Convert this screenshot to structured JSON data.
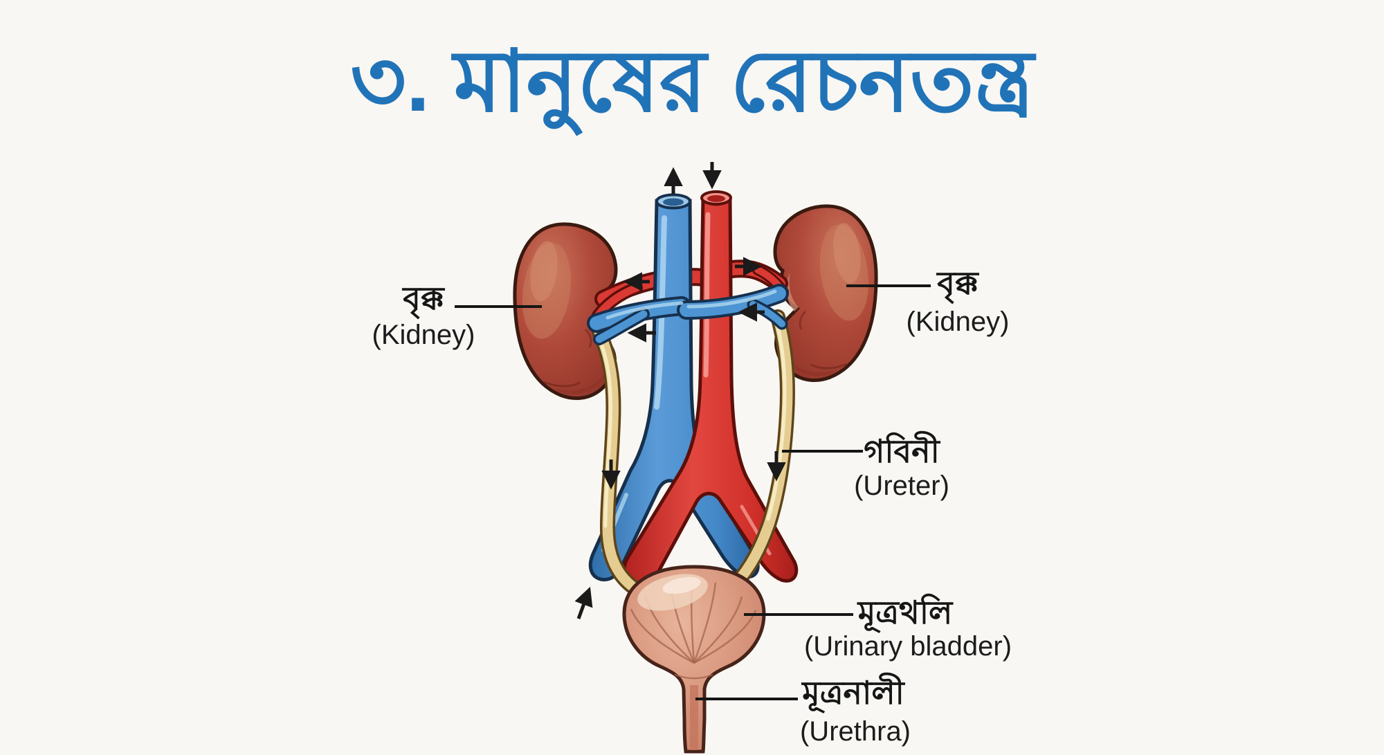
{
  "title": {
    "text": "৩. মানুষের রেচনতন্ত্র"
  },
  "colors": {
    "title_blue": "#2173b8",
    "background": "#f8f7f3",
    "artery_red": "#da3a33",
    "vein_blue": "#4d94d2",
    "ureter_cream": "#e5cd92",
    "kidney_brown_red": "#b04a3a",
    "bladder_salmon": "#d6937a",
    "label_text": "#161616"
  },
  "labels": {
    "kidney_left": {
      "bn": "বৃক্ক",
      "en": "(Kidney)"
    },
    "kidney_right": {
      "bn": "বৃক্ক",
      "en": "(Kidney)"
    },
    "ureter": {
      "bn": "গবিনী",
      "en": "(Ureter)"
    },
    "bladder": {
      "bn": "মূত্রথলি",
      "en": "(Urinary bladder)"
    },
    "urethra": {
      "bn": "মূত্রনালী",
      "en": "(Urethra)"
    }
  },
  "flow_arrows": [
    {
      "id": "vena-cava-outflow",
      "direction": "up"
    },
    {
      "id": "aorta-inflow",
      "direction": "down"
    },
    {
      "id": "renal-vein-left-flow",
      "direction": "left"
    },
    {
      "id": "renal-artery-right-flow",
      "direction": "right"
    },
    {
      "id": "left-hilum-flow",
      "direction": "left"
    },
    {
      "id": "right-hilum-flow",
      "direction": "left"
    },
    {
      "id": "ureter-left-flow",
      "direction": "down"
    },
    {
      "id": "ureter-right-flow",
      "direction": "down"
    },
    {
      "id": "bladder-inlet-flow",
      "direction": "up-right"
    }
  ]
}
